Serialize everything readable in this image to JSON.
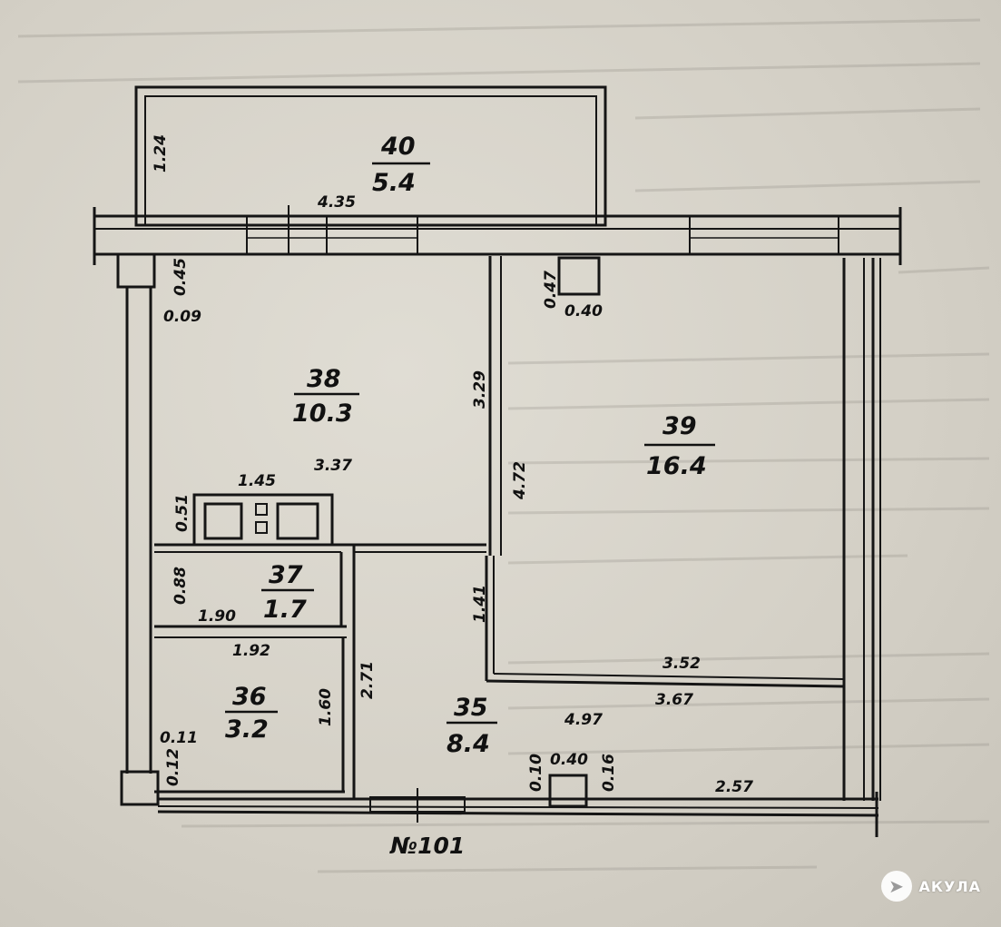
{
  "rooms": [
    {
      "id": "40",
      "area": "5.4"
    },
    {
      "id": "38",
      "area": "10.3"
    },
    {
      "id": "39",
      "area": "16.4"
    },
    {
      "id": "37",
      "area": "1.7"
    },
    {
      "id": "36",
      "area": "3.2"
    },
    {
      "id": "35",
      "area": "8.4"
    }
  ],
  "dimensions": {
    "balcony_depth": "1.24",
    "balcony_length": "4.35",
    "column_a": "0.45",
    "column_b": "0.09",
    "kitchen_height": "3.29",
    "kitchen_width": "3.37",
    "column_c": "0.47",
    "column_d": "0.40",
    "room_height": "4.72",
    "niche_width": "1.45",
    "niche_depth": "0.51",
    "wc_height": "0.88",
    "wc_width": "1.90",
    "bath_width": "1.92",
    "bath_height": "1.60",
    "bath_a": "0.11",
    "bath_b": "0.12",
    "hall_height": "2.71",
    "partition": "1.41",
    "room_width_inner": "3.52",
    "room_width": "3.67",
    "hall_width": "4.97",
    "column_e": "0.10",
    "column_f": "0.40",
    "column_g": "0.16",
    "wall_end": "2.57"
  },
  "apartment_label": "№101",
  "watermark": {
    "text": "АКУЛА",
    "icon": "shark-logo-icon"
  }
}
